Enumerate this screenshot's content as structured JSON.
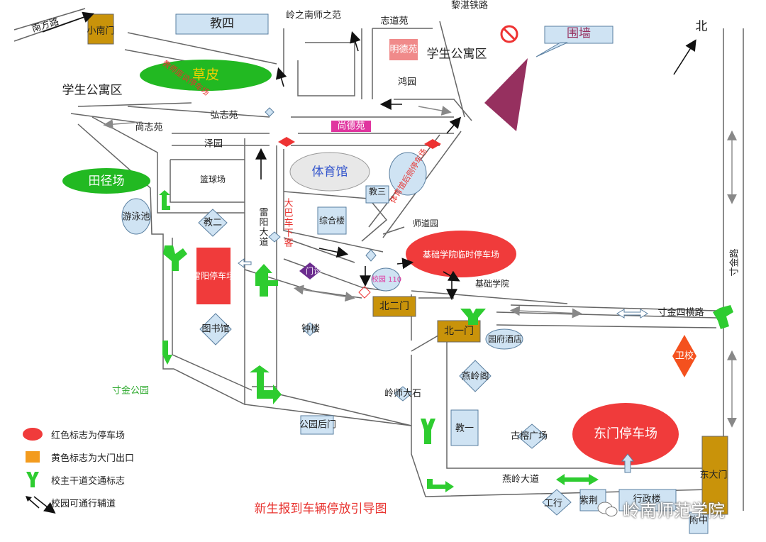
{
  "title": "新生报到车辆停放引导图",
  "compass": "北",
  "colors": {
    "parking": "#f03b3b",
    "gate": "#c9930a",
    "traffic_sign": "#2ecc30",
    "title_red": "#e8322e",
    "purple": "#96305f",
    "pink_label": "#e0359f",
    "blue_box": "#cfe3f3",
    "green_field": "#22b922"
  },
  "labels": {
    "nanfang_road": "南方路",
    "small_south_gate": "小南门",
    "jiao4": "教四",
    "lingzhinan": "岭之南师之范",
    "liyu_railway": "黎湛铁路",
    "zhidaoyuan": "志道苑",
    "mingdeyuan": "明德苑",
    "student_apartment_right": "学生公寓区",
    "wall": "围墙",
    "lawn": "草皮",
    "lawn_note": "教师座谈停车场",
    "student_apartment_left": "学生公寓区",
    "hongyuan": "鸿园",
    "hongzhiyuan": "弘志苑",
    "shangzhiyuan": "尚志苑",
    "shangdeyuan": "尚德苑",
    "zeyuan": "泽园",
    "basketball": "篮球场",
    "gym": "体育馆",
    "gym_back_parking": "体育馆后侧停车场",
    "jiao3": "教三",
    "track_field": "田径场",
    "swimming_pool": "游泳池",
    "jiao2": "教二",
    "zonghelou": "综合楼",
    "shidaoyuan": "师道园",
    "leiyang_avenue": "雷阳大道",
    "bus_dropoff": "大巴车下客",
    "foundation_parking": "基础学院临时停车场",
    "leiyang_parking": "雷阳停车场",
    "clinic": "门诊",
    "campus_110": "校园 110",
    "foundation_college": "基础学院",
    "north2_gate": "北二门",
    "north1_gate": "北一门",
    "cunjin_4th_road": "寸金四横路",
    "cunjin_road": "寸金路",
    "library": "图书馆",
    "bell_tower": "钟楼",
    "garden_hotel": "园府酒店",
    "security_school": "卫校",
    "yanlingge": "燕岭阁",
    "cunjin_park": "寸金公园",
    "lingshi_stone": "岭师大石",
    "jiao1": "教一",
    "gurong_square": "古榕广场",
    "east_parking": "东门停车场",
    "park_back_gate": "公园后门",
    "yanling_avenue": "燕岭大道",
    "east_gate": "东大门",
    "icbc": "工行",
    "zijing": "紫荆",
    "admin_building": "行政楼",
    "affiliated_school": "附中",
    "watermark": "岭南师范学院"
  },
  "legend": [
    {
      "symbol": "red-ellipse",
      "text": "红色标志为停车场"
    },
    {
      "symbol": "orange-square",
      "text": "黄色标志为大门出口"
    },
    {
      "symbol": "green-y-sign",
      "text": "校主干道交通标志"
    },
    {
      "symbol": "black-arrow",
      "text": "校园可通行辅道"
    }
  ]
}
